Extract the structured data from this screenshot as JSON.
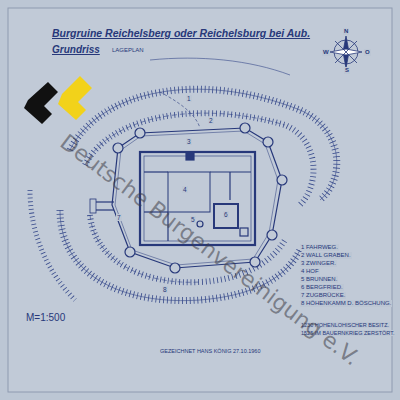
{
  "diagram": {
    "title": "Burgruine Reichelsberg oder Reichelsburg bei Aub.",
    "labels": [
      "Grundriss",
      "LAGEPLAN",
      "1 FAHRWEG.",
      "2 WALL GRABEN.",
      "3 ZWINGER.",
      "4 HOF",
      "5 BRUNNEN.",
      "6 BERGFRIED.",
      "7 ZUGBRÜCKE.",
      "8 HÖHENKAMM D. BÖSCHUNG.",
      "1230 HOHENLOHISCHER BESITZ.",
      "1525 IM BAUERNKRIEG ZERSTÖRT.",
      "M=1:500",
      "GEZEICHNET HANS KÖNIG 27.10.1960",
      "N",
      "O",
      "S",
      "W",
      "1",
      "2",
      "3",
      "4",
      "5",
      "6",
      "7",
      "8",
      "Deutsche Burgenvereinigung e.V."
    ]
  }
}
